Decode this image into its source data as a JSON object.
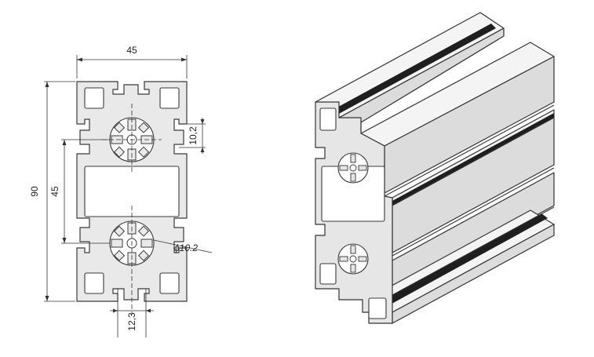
{
  "drawing": {
    "dim_width_top": "45",
    "dim_height_total": "90",
    "dim_height_inner": "45",
    "dim_slot_width": "10,2",
    "dim_center_hole": "ϕ10.2",
    "dim_bottom_offset": "12,3"
  },
  "colors": {
    "line": "#333333",
    "fill_profile": "#e9e9e9",
    "groove": "#1f1f1f"
  }
}
